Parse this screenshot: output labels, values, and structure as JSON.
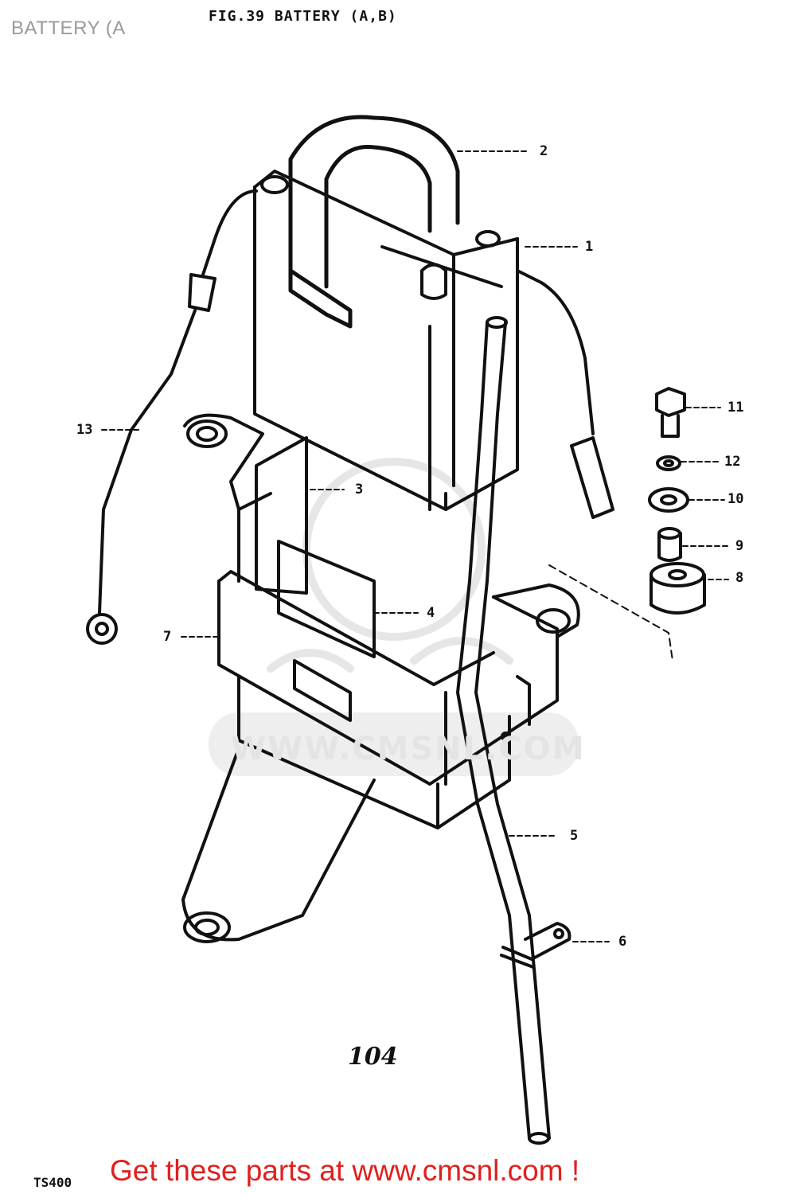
{
  "header": {
    "caption": "BATTERY (A",
    "figure_title": "FIG.39  BATTERY (A,B)"
  },
  "watermark": {
    "text": "WWW.CMSNL.COM"
  },
  "callouts": [
    {
      "id": "callout-1",
      "text": "1"
    },
    {
      "id": "callout-2",
      "text": "2"
    },
    {
      "id": "callout-3",
      "text": "3"
    },
    {
      "id": "callout-4",
      "text": "4"
    },
    {
      "id": "callout-5",
      "text": "5"
    },
    {
      "id": "callout-6",
      "text": "6"
    },
    {
      "id": "callout-7",
      "text": "7"
    },
    {
      "id": "callout-8",
      "text": "8"
    },
    {
      "id": "callout-9",
      "text": "9"
    },
    {
      "id": "callout-10",
      "text": "10"
    },
    {
      "id": "callout-11",
      "text": "11"
    },
    {
      "id": "callout-12",
      "text": "12"
    },
    {
      "id": "callout-13",
      "text": "13"
    }
  ],
  "footer": {
    "page_number": "104",
    "model": "TS400",
    "promo": "Get these parts at www.cmsnl.com !"
  },
  "colors": {
    "line": "#111111",
    "promo": "#e0201e",
    "watermark": "#e4e4e4",
    "caption": "#9a9a9a"
  }
}
